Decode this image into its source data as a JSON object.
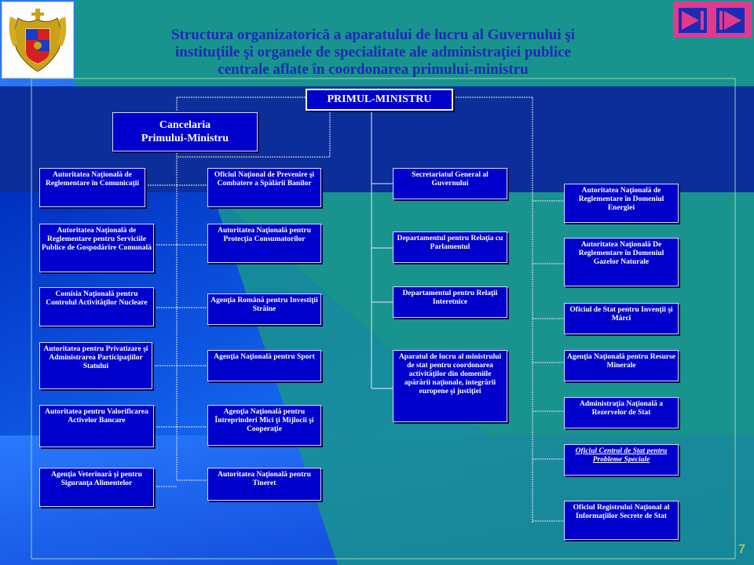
{
  "title": {
    "line1": "Structura organizatorică a aparatului de lucru al Guvernului şi",
    "line2": "instituţiile şi organele de specialitate ale administraţiei publice",
    "line3": "centrale aflate în coordonarea primului-ministru"
  },
  "page_number": "7",
  "colors": {
    "background": "#0a50e0",
    "box": "#0000cc",
    "title": "#1a2cb5",
    "nav": "#e03a8e"
  },
  "nodes": {
    "pm": "PRIMUL-MINISTRU",
    "cancelaria_1": "Cancelaria",
    "cancelaria_2": "Primului-Ministru",
    "left": [
      "Autoritatea Naţională de Reglementare în Comunicaţii",
      "Autoritatea Naţională de Reglementare pentru Serviciile Publice de Gospodărire Comunală",
      "Comisia Naţională pentru Controlul Activităţilor Nucleare",
      "Autoritatea pentru Privatizare şi Administrarea Participaţiilor Statului",
      "Autoritatea pentru Valorificarea Activelor Bancare",
      "Agenţia Veterinară şi pentru Siguranţa Alimentelor"
    ],
    "middle": [
      "Oficiul Naţional de Prevenire şi Combatere a Spălării Banilor",
      "Autoritatea Naţională pentru Protecţia Consumatorilor",
      "Agenţia Română pentru Investiţii Străine",
      "Agenţia Naţională pentru Sport",
      "Agenţia Naţională pentru Întreprinderi Mici ţi Mijlocii şi Cooperaţie",
      "Autoritatea Naţională pentru Tineret"
    ],
    "center": [
      "Secretariatul General al Guvernului",
      "Departamentul pentru Relaţia cu Parlamentul",
      "Departamentul pentru Relaţii Interetnice",
      "Aparatul de lucru al ministrului de stat pentru coordonarea activităţilor din domeniile apărării naţionale, integrării europene şi justiţiei"
    ],
    "right": [
      "Autoritatea Naţională de Reglementare în Domeniul Energiei",
      "Autoritatea Naţională De Reglementare în Domeniul Gazelor Naturale",
      "Oficiul de Stat pentru Invenţii şi Mărci",
      "Agenţia Naţională pentru Resurse Minerale",
      "Administraţia Naţională a Rezervelor de Stat",
      "Oficiul Central de Stat pentru Probleme Speciale",
      "Oficiul Registrului Naţional al Informaţiilor Secrete de Stat"
    ]
  },
  "icons": {
    "crest": "romanian-coat-of-arms-icon",
    "prev": "skip-back-icon",
    "next": "skip-forward-icon"
  }
}
